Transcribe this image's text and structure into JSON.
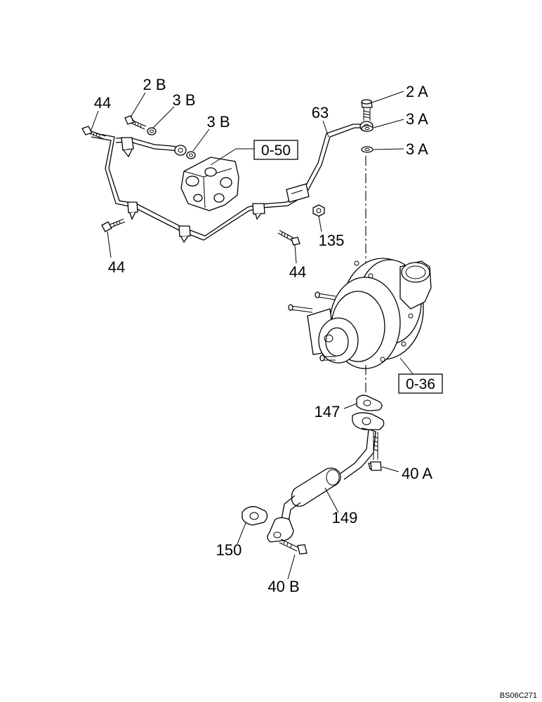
{
  "labels": {
    "l_44_top": "44",
    "l_2b": "2 B",
    "l_3b_1": "3 B",
    "l_3b_2": "3 B",
    "l_63": "63",
    "l_2a": "2 A",
    "l_3a_1": "3 A",
    "l_3a_2": "3 A",
    "l_44_left": "44",
    "l_135": "135",
    "l_44_mid": "44",
    "l_147": "147",
    "l_40a": "40 A",
    "l_149": "149",
    "l_150": "150",
    "l_40b": "40 B"
  },
  "refs": {
    "r_050": "0-50",
    "r_036": "0-36"
  },
  "drawing_code": "BS06C271"
}
